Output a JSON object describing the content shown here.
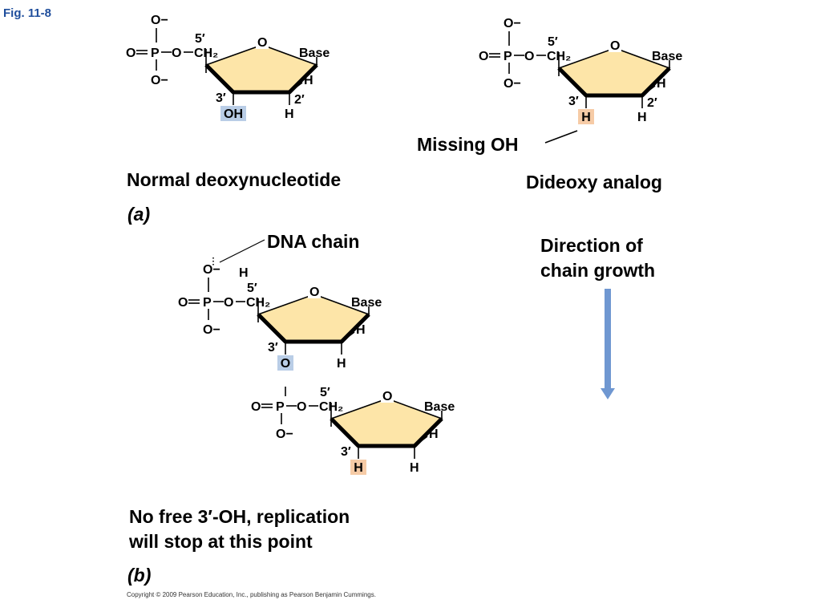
{
  "figure_label": "Fig. 11-8",
  "panel_a": {
    "label": "(a)",
    "normal_caption": "Normal deoxynucleotide",
    "dideoxy_caption": "Dideoxy analog",
    "missing_oh_label": "Missing OH"
  },
  "panel_b": {
    "label": "(b)",
    "dna_chain_label": "DNA chain",
    "direction_line1": "Direction of",
    "direction_line2": "chain growth",
    "stop_line1": "No free 3′-OH, replication",
    "stop_line2": "will stop at this point"
  },
  "atoms": {
    "o_minus": "O−",
    "o": "O",
    "p": "P",
    "ch2": "CH₂",
    "prime5": "5′",
    "prime3": "3′",
    "prime2": "2′",
    "base": "Base",
    "h": "H",
    "oh": "OH"
  },
  "colors": {
    "ring_fill": "#fde5a8",
    "oh_highlight": "#b9cde6",
    "h_highlight": "#f6cba6",
    "arrow": "#6f97d1",
    "figure_label": "#1f4e9c"
  },
  "copyright": "Copyright © 2009 Pearson Education, Inc., publishing as Pearson Benjamin Cummings."
}
